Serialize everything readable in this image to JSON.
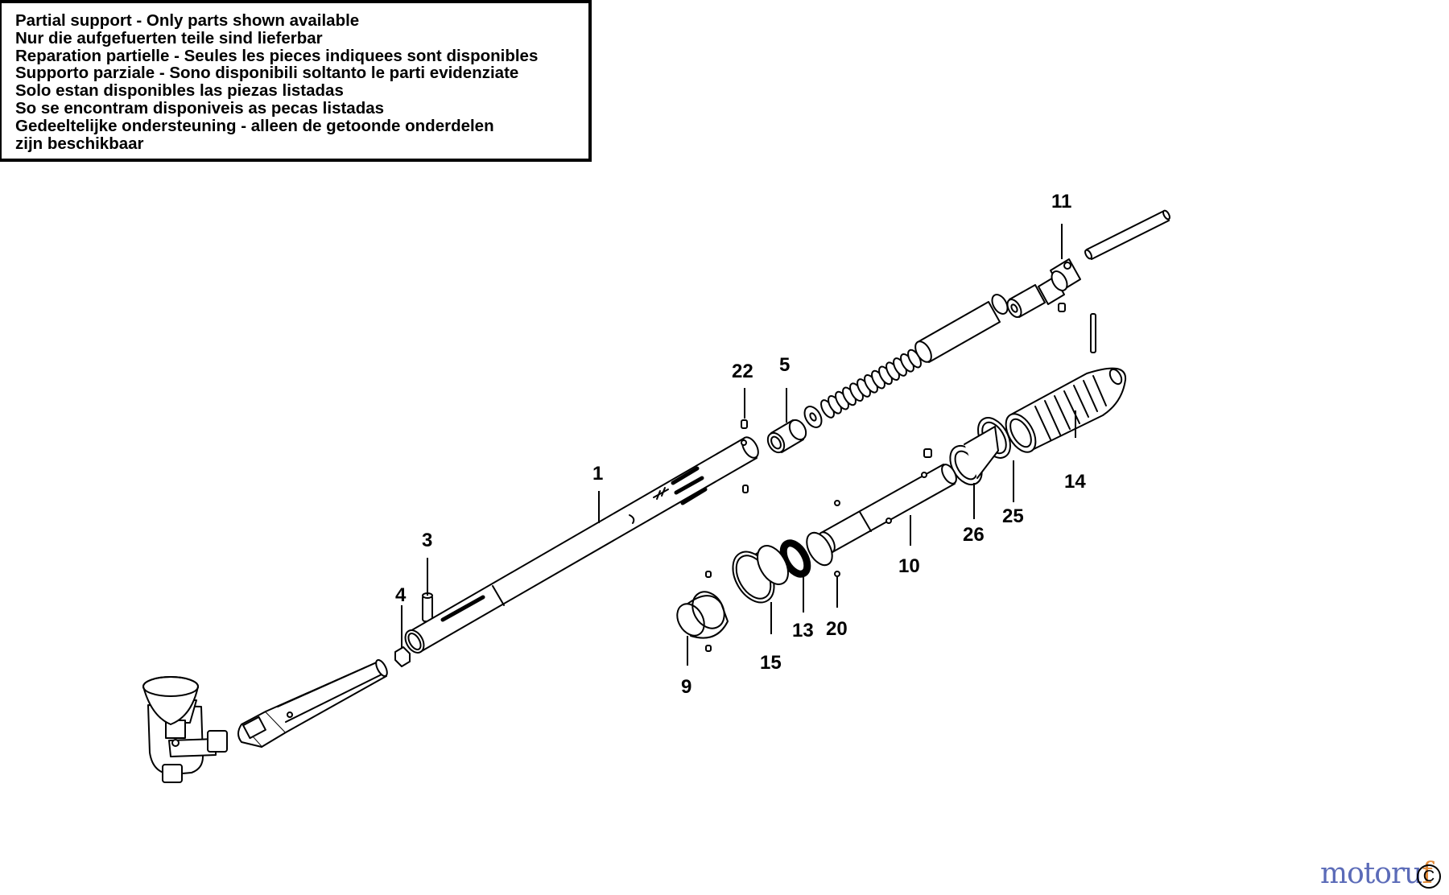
{
  "notice": {
    "lines": [
      "Partial support - Only parts shown available",
      "Nur die aufgefuerten teile sind lieferbar",
      "Reparation partielle - Seules les pieces indiquees sont disponibles",
      "Supporto parziale - Sono disponibili soltanto le parti evidenziate",
      "Solo estan disponibles las piezas listadas",
      "So se encontram disponiveis as pecas listadas",
      "Gedeeltelijke ondersteuning - alleen de getoonde onderdelen",
      "zijn beschikbaar"
    ]
  },
  "callouts": {
    "p1": "1",
    "p3": "3",
    "p4": "4",
    "p5": "5",
    "p9": "9",
    "p10": "10",
    "p11": "11",
    "p13": "13",
    "p14": "14",
    "p15": "15",
    "p20": "20",
    "p22": "22",
    "p25": "25",
    "p26": "26"
  },
  "watermark": {
    "main": "motoru",
    "accent": "f"
  },
  "copyright": "C"
}
